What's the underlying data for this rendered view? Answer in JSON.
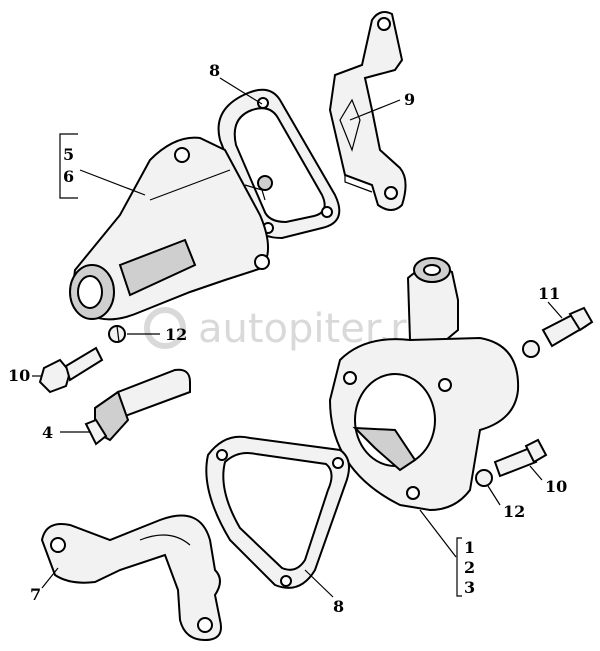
{
  "watermark": "autopiter.ru",
  "labels": {
    "l1": "1",
    "l2": "2",
    "l3": "3",
    "l4": "4",
    "l5": "5",
    "l6": "6",
    "l7": "7",
    "l8a": "8",
    "l8b": "8",
    "l9": "9",
    "l10a": "10",
    "l10b": "10",
    "l11": "11",
    "l12a": "12",
    "l12b": "12"
  }
}
